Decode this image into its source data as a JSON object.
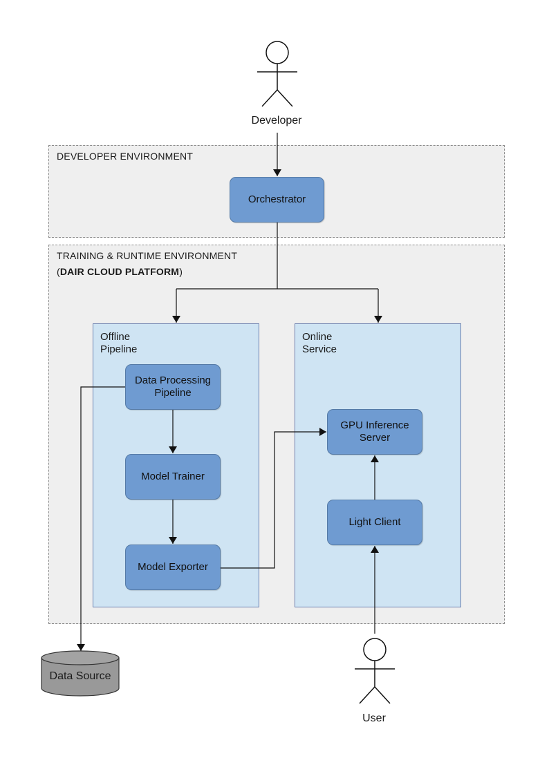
{
  "actors": {
    "developer": "Developer",
    "user": "User"
  },
  "environments": {
    "developer": {
      "label": "DEVELOPER ENVIRONMENT"
    },
    "training": {
      "label": "TRAINING & RUNTIME ENVIRONMENT",
      "sublabel_open": "(",
      "sublabel_bold": "DAIR CLOUD PLATFORM",
      "sublabel_close": ")"
    }
  },
  "panels": {
    "offline": {
      "line1": "Offline",
      "line2": "Pipeline"
    },
    "online": {
      "line1": "Online",
      "line2": "Service"
    }
  },
  "nodes": {
    "orchestrator": "Orchestrator",
    "data_processing_line1": "Data Processing",
    "data_processing_line2": "Pipeline",
    "model_trainer": "Model Trainer",
    "model_exporter": "Model Exporter",
    "gpu_server_line1": "GPU Inference",
    "gpu_server_line2": "Server",
    "light_client": "Light Client",
    "data_source": "Data Source"
  },
  "colors": {
    "node_fill": "#6f9bd1",
    "panel_fill": "#cfe4f3",
    "env_fill": "#efefef",
    "datastore_fill": "#999999"
  }
}
